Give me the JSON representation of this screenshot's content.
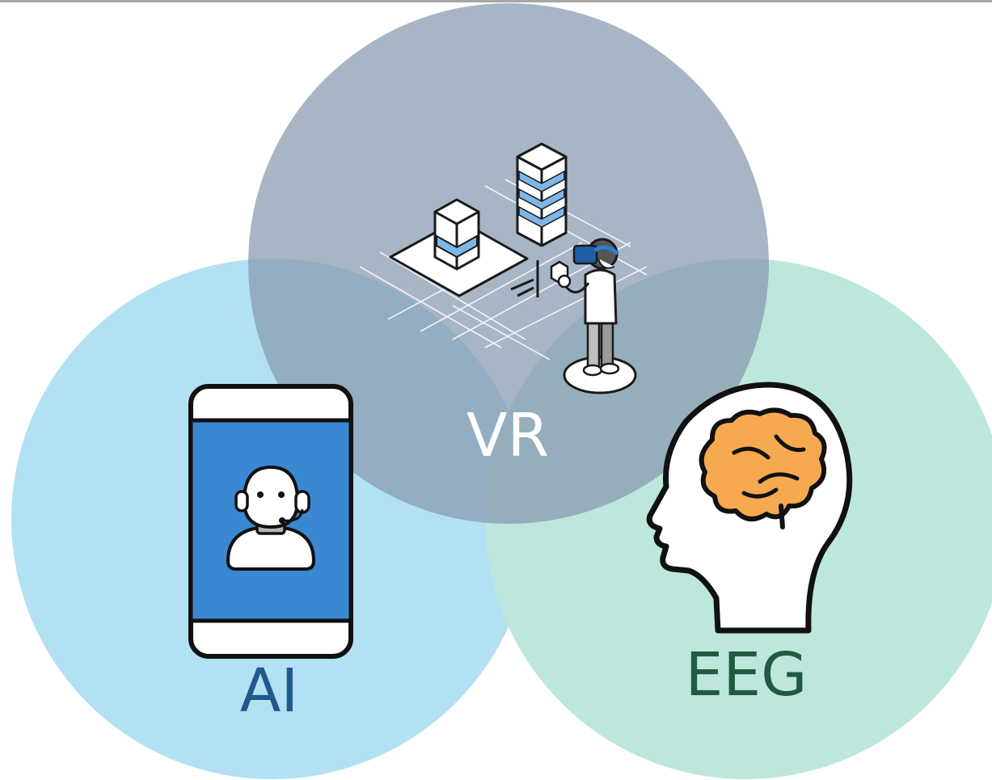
{
  "diagram": {
    "labels": {
      "vr": "VR",
      "ai": "AI",
      "eeg": "EEG"
    },
    "colors": {
      "ai_circle": "#b3e1f4",
      "eeg_circle": "#bde7dc",
      "vr_circle": "#a6b6c4",
      "ai_label": "#205a8c",
      "eeg_label": "#215a44",
      "vr_label": "#ffffff",
      "phone_screen": "#3b88d2"
    },
    "icons": {
      "ai": "phone-chatbot-icon",
      "vr": "vr-user-icon",
      "eeg": "head-brain-icon"
    }
  }
}
